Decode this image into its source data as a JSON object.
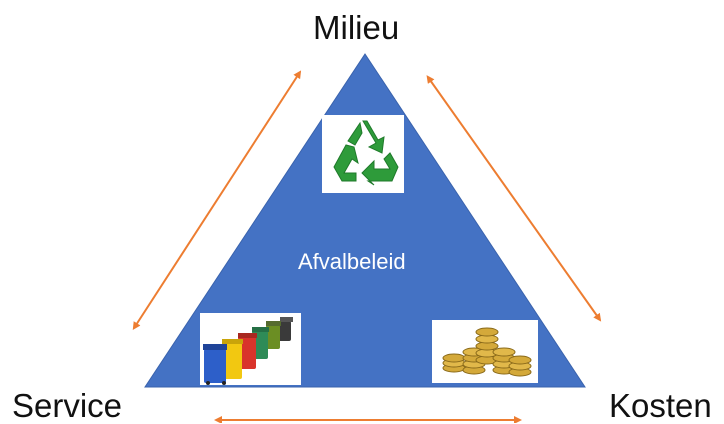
{
  "diagram": {
    "top_label": "Milieu",
    "left_label": "Service",
    "right_label": "Kosten",
    "center_label": "Afvalbeleid",
    "images": {
      "top": "recycle-icon",
      "bottom_left": "waste-bins-image",
      "bottom_right": "coins-image"
    },
    "colors": {
      "triangle_fill": "#4472C4",
      "arrow": "#ED7D31",
      "recycle_green": "#2E9B3A",
      "text": "#111111"
    }
  }
}
